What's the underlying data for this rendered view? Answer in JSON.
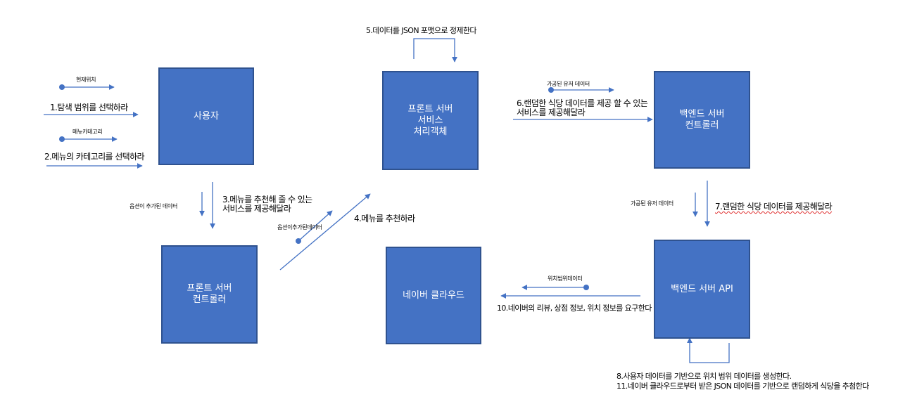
{
  "colors": {
    "box_fill": "#4472c4",
    "box_border": "#2f528f",
    "arrow": "#4472c4",
    "text": "#000000"
  },
  "boxes": {
    "user": "사용자",
    "front_service": "프론트 서버\n서비스\n처리객체",
    "backend_controller": "백엔드 서버\n컨트롤러",
    "front_controller": "프론트 서버\n컨트롤러",
    "naver_cloud": "네이버 클라우드",
    "backend_api": "백엔드 서버 API"
  },
  "labels": {
    "current_location": "현재위치",
    "step1": "1.탐색 범위를 선택하라",
    "menu_category": "메뉴카테고리",
    "step2": "2.메뉴의 카테고리를 선택하라",
    "step5": "5.데이터를 JSON 포맷으로 정제한다",
    "processed_user_data_top": "가공된 유저 데이터",
    "step6": "6.랜덤한 식당 데이터를 제공 할 수 있는\n서비스를 제공해달라",
    "option_added_data": "옵션이 추가된 데이터",
    "step3": "3.메뉴를 추천해 줄 수 있는\n서비스를 제공해달라",
    "option_added_data_small": "옵션이추가된데이터",
    "step4": "4.메뉴를 추천하라",
    "processed_user_data_right": "가공된 유저 데이터",
    "step7": "7.랜덤한 식당 데이터를 제공해달라",
    "location_range_data": "위치범위데이터",
    "step10": "10.네이버의 리뷰, 상점 정보, 위치 정보를 요구한다",
    "step8": "8.사용자 데이터를 기반으로 위치 범위 데이터를 생성한다.",
    "step11": "11.네이버 클라우드로부터 받은 JSON 데이터를 기반으로 랜덤하게 식당을 추첨한다"
  }
}
